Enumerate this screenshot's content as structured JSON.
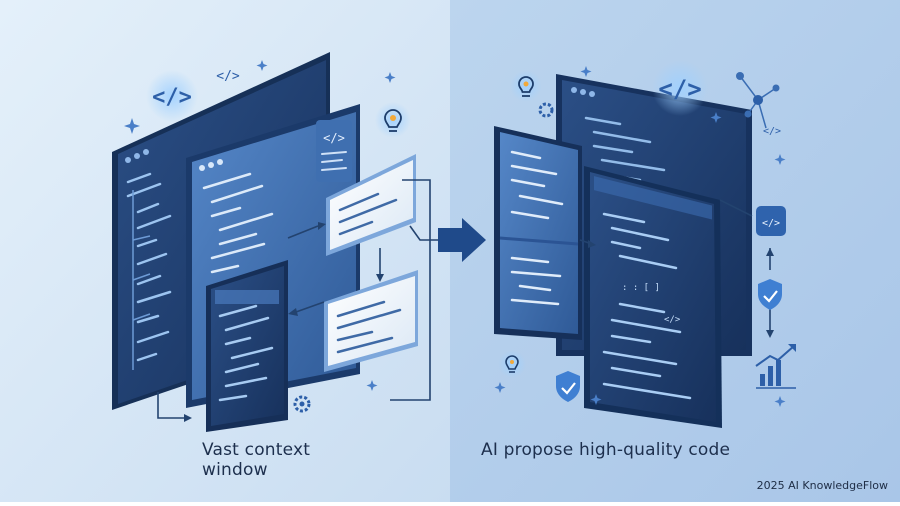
{
  "captions": {
    "left": "Vast context window",
    "right": "AI propose high-quality code"
  },
  "watermark": "2025 AI KnowledgeFlow",
  "icons": {
    "code_tag": "code-tag-icon",
    "lightbulb": "lightbulb-icon",
    "gear": "gear-icon",
    "shield": "shield-check-icon",
    "network": "network-nodes-icon",
    "growth_chart": "growth-chart-icon",
    "sparkle": "sparkle-icon",
    "arrow": "arrow-right-icon"
  },
  "colors": {
    "background_left": "#d9eaf7",
    "background_right": "#b5d0ec",
    "panel_dark": "#1f3d6e",
    "panel_mid": "#3a68a6",
    "accent": "#4a8fe0",
    "text": "#1d2f4d"
  }
}
